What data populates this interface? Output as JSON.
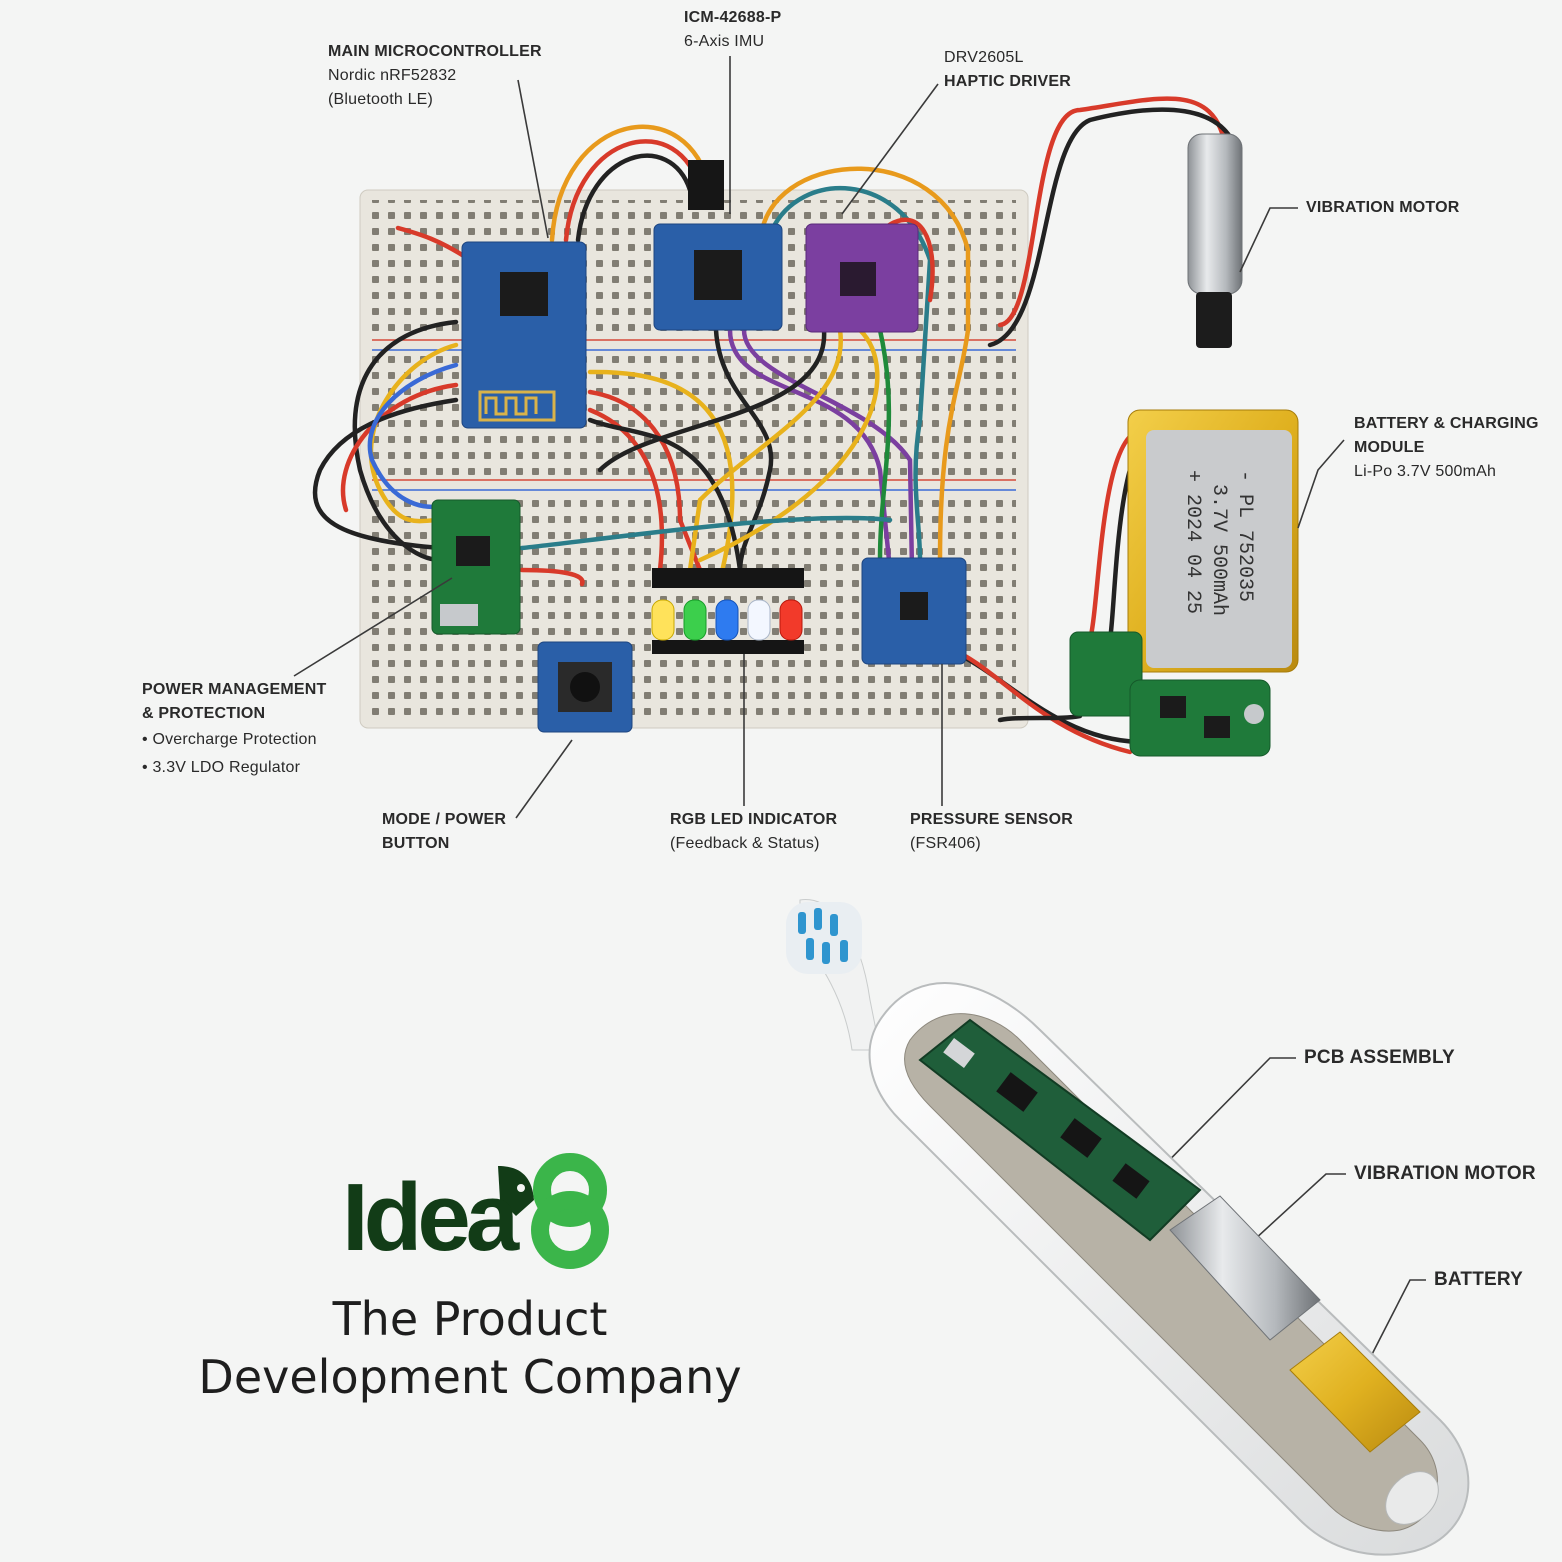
{
  "colors": {
    "board_blue": "#2a5fa8",
    "board_purple": "#7b3fa0",
    "board_green": "#1f7a3a",
    "breadboard": "#e9e6de",
    "brand_green": "#3bb54a",
    "brand_dark": "#123c17"
  },
  "prototype_labels": {
    "main_mcu": [
      "MAIN MICROCONTROLLER",
      "Nordic nRF52832",
      "(Bluetooth LE)"
    ],
    "imu": [
      "ICM-42688-P",
      "6-Axis IMU"
    ],
    "haptic": [
      "DRV2605L",
      "HAPTIC DRIVER"
    ],
    "vibration_motor": [
      "VIBRATION MOTOR"
    ],
    "battery_module": [
      "BATTERY & CHARGING",
      "MODULE",
      "Li-Po 3.7V 500mAh"
    ],
    "power_mgmt": {
      "lines": [
        "POWER MANAGEMENT",
        "& PROTECTION"
      ],
      "bullets": [
        "Overcharge Protection",
        "3.3V LDO Regulator"
      ]
    },
    "mode_button": [
      "MODE / POWER",
      "BUTTON"
    ],
    "rgb_led": [
      "RGB LED INDICATOR",
      "(Feedback & Status)"
    ],
    "pressure": [
      "PRESSURE SENSOR",
      "(FSR406)"
    ]
  },
  "battery_print": [
    "- PL  752035",
    "3.7V 500mAh",
    "+ 2024 04 25"
  ],
  "product_labels": {
    "pcb": "PCB ASSEMBLY",
    "motor": "VIBRATION MOTOR",
    "battery": "BATTERY"
  },
  "brand": {
    "name": "Idea",
    "mark": "8",
    "tagline": [
      "The Product",
      "Development Company"
    ]
  },
  "icons": [
    "rocket-icon",
    "wifi-antenna-icon"
  ]
}
